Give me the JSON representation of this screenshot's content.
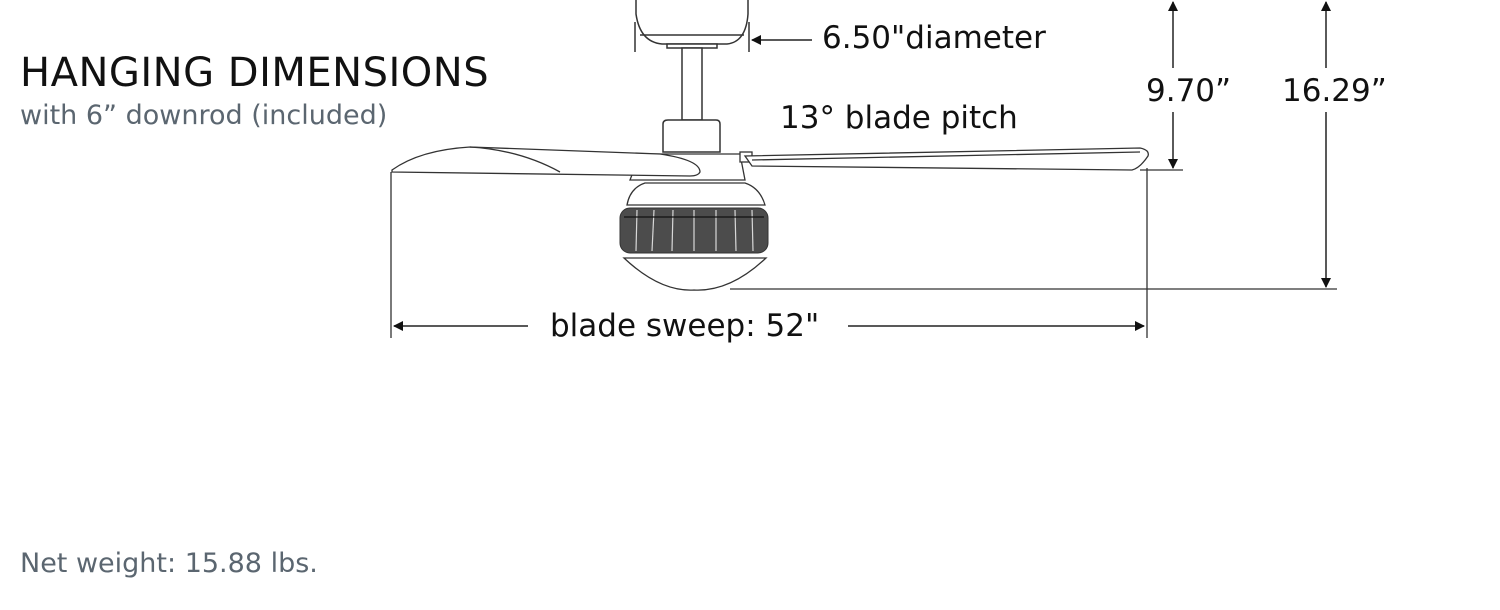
{
  "header": {
    "title": "HANGING DIMENSIONS",
    "subtitle": "with 6” downrod (included)"
  },
  "dimensions": {
    "canopy_diameter": "6.50\"diameter",
    "blade_pitch": "13° blade pitch",
    "ceiling_to_blade": "9.70”",
    "ceiling_to_bottom": "16.29”",
    "blade_sweep": "blade sweep: 52\""
  },
  "footer": {
    "net_weight": "Net weight: 15.88 lbs."
  },
  "colors": {
    "title": "#111111",
    "subtitle": "#5b6670",
    "line": "#222222",
    "grille": "#555555"
  }
}
